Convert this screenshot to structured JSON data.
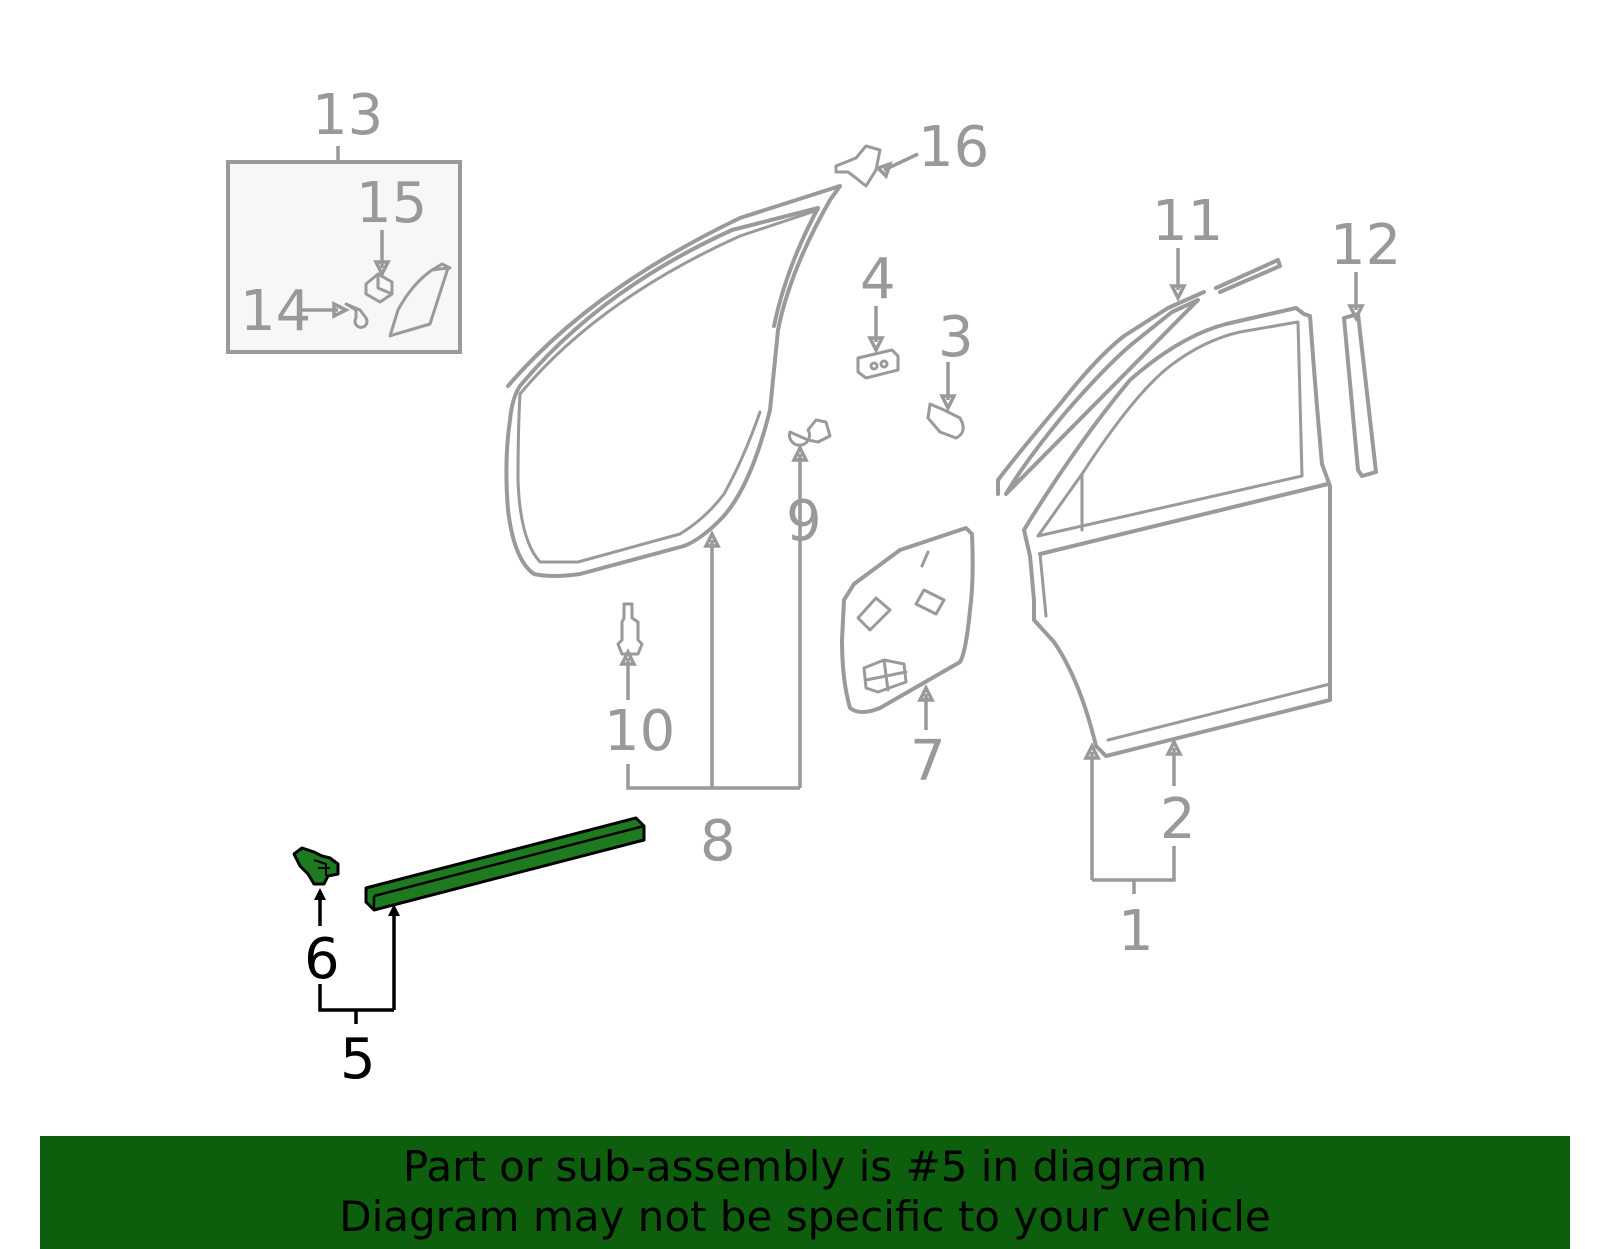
{
  "labels": {
    "l1": "1",
    "l2": "2",
    "l3": "3",
    "l4": "4",
    "l5": "5",
    "l6": "6",
    "l7": "7",
    "l8": "8",
    "l9": "9",
    "l10": "10",
    "l11": "11",
    "l12": "12",
    "l13": "13",
    "l14": "14",
    "l15": "15",
    "l16": "16"
  },
  "highlight": {
    "part_number": "5",
    "color": "#0d5e0d"
  },
  "banner": {
    "line1": "Part or sub-assembly is #5 in diagram",
    "line2": "Diagram may not be specific to your vehicle",
    "background": "#0d5e0d"
  },
  "colors": {
    "part_outline": "#9a9a9a",
    "label": "#999999",
    "active": "#000000",
    "highlight_fill": "#1e7a1e"
  }
}
